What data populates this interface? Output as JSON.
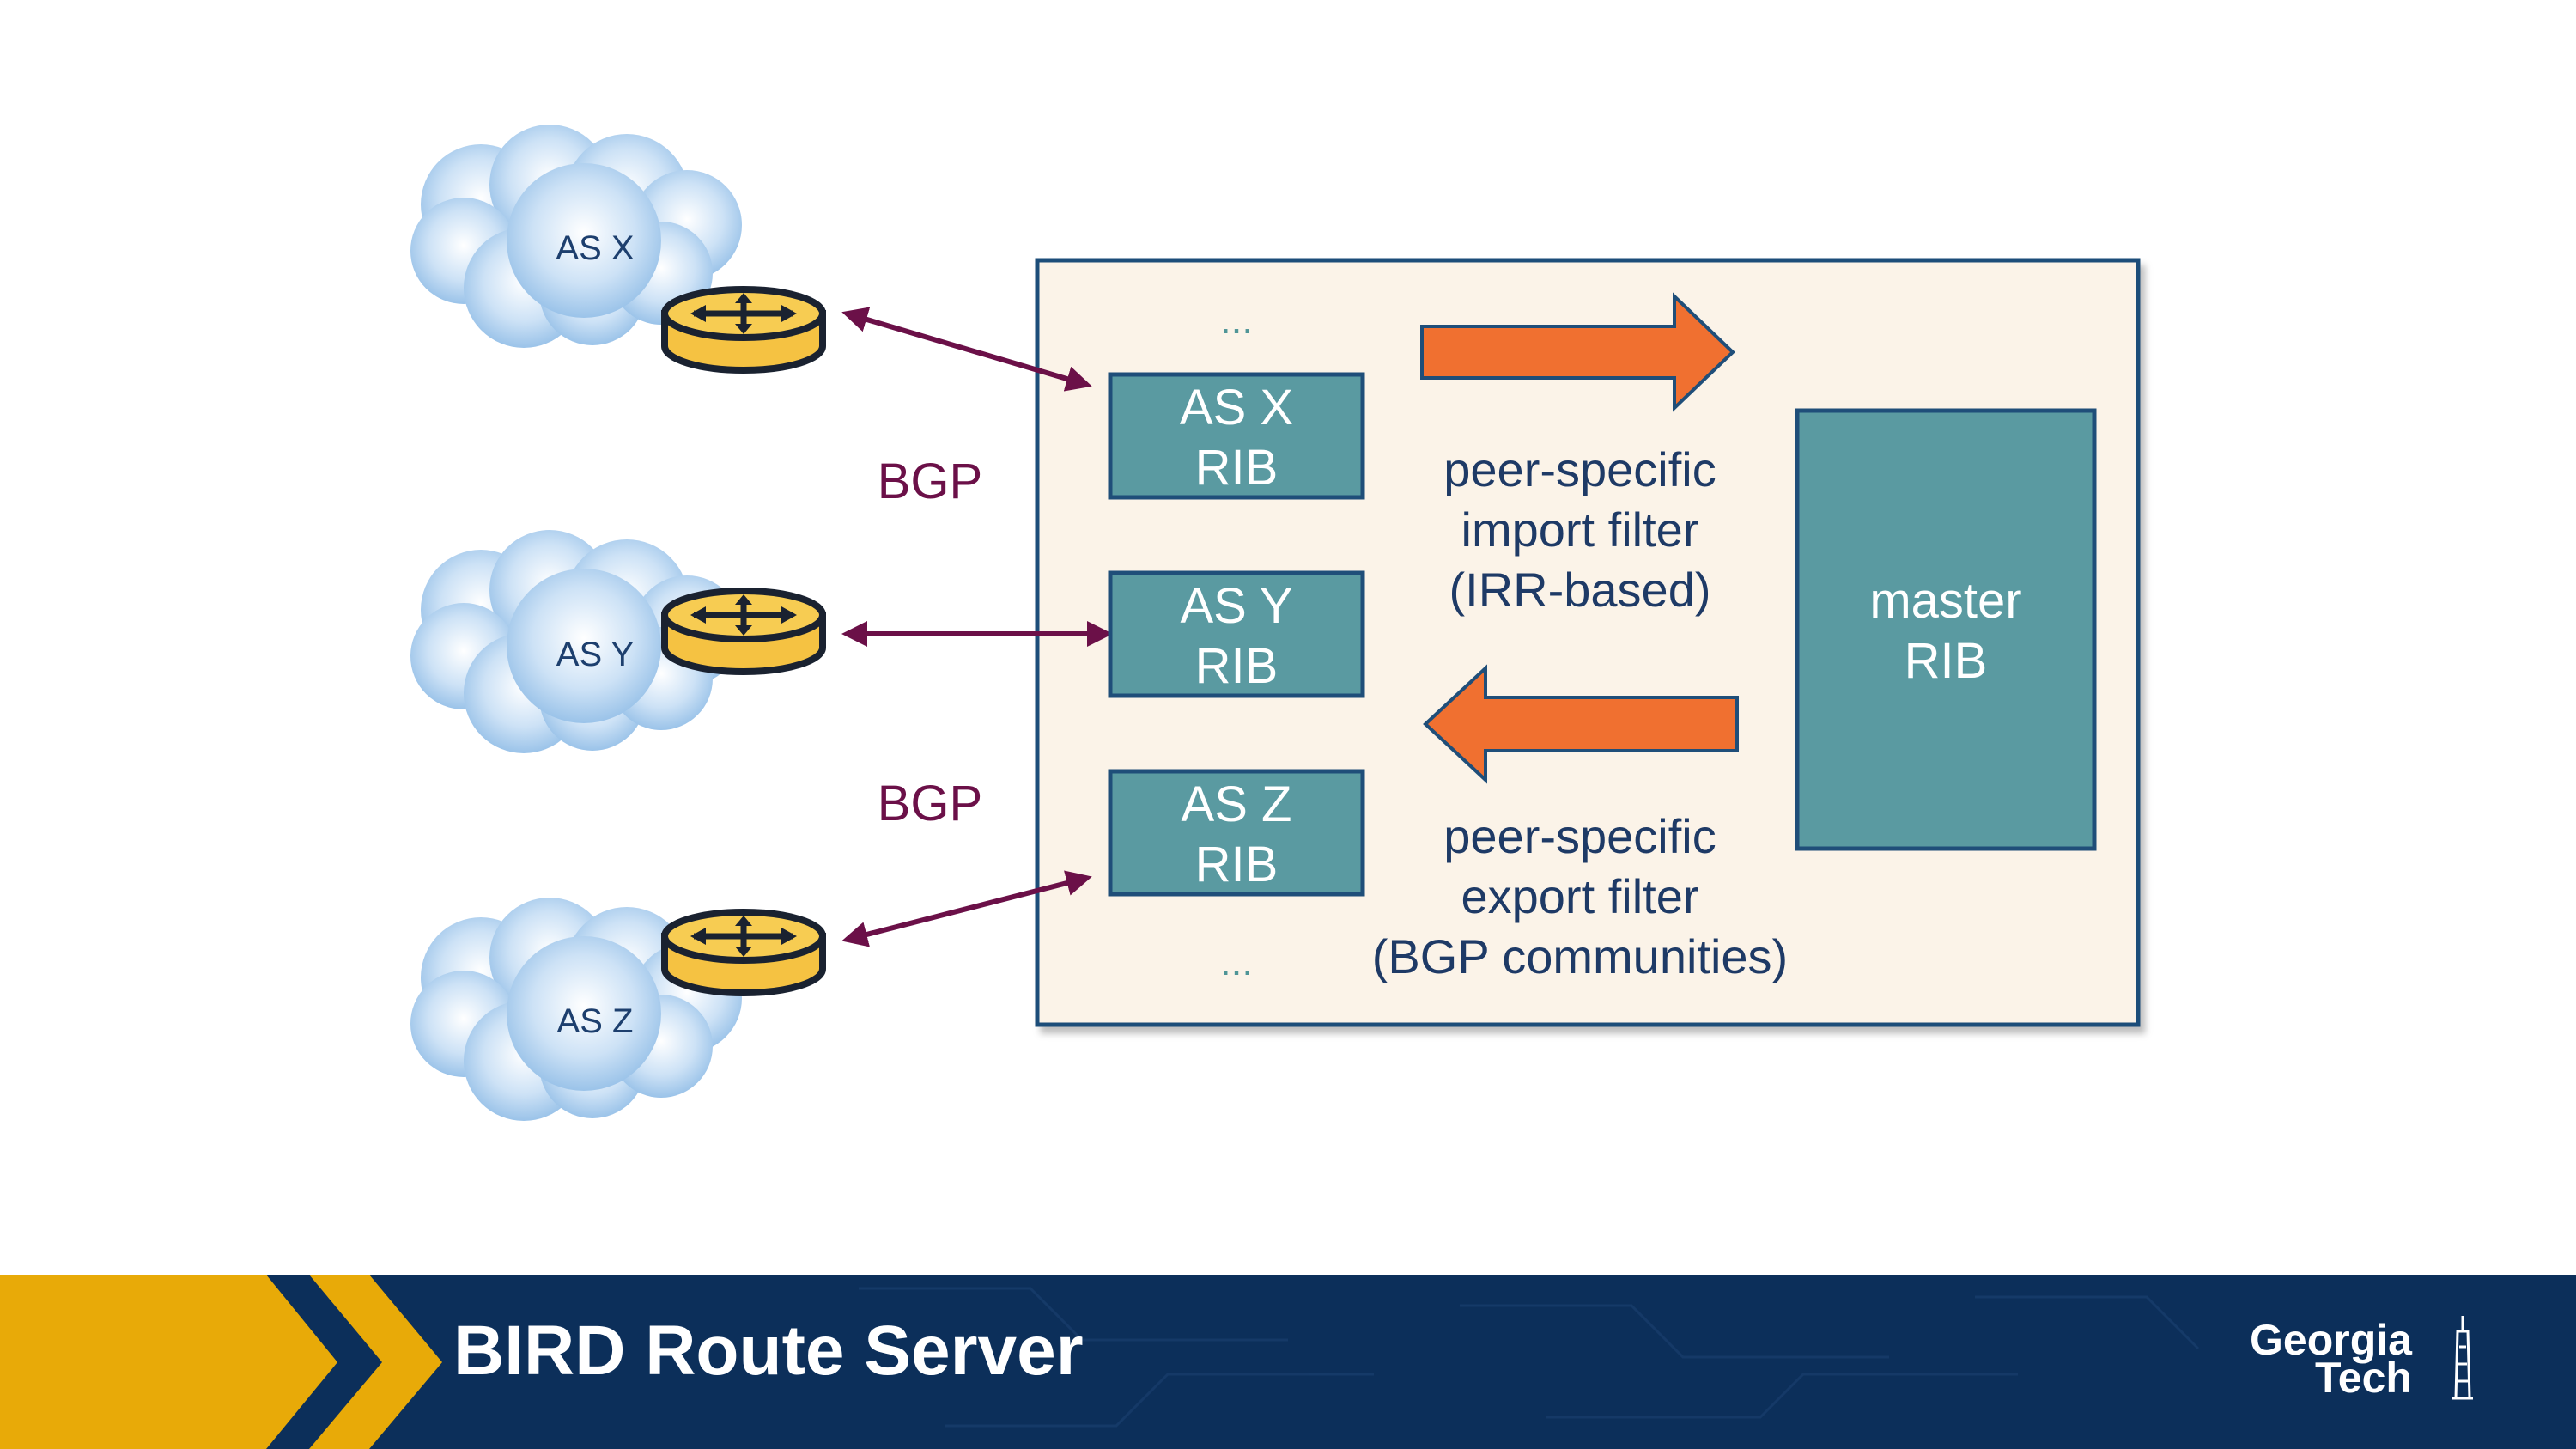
{
  "slide": {
    "title": "BIRD Route Server",
    "logo": {
      "line1": "Georgia",
      "line2": "Tech"
    }
  },
  "peers": [
    {
      "as_label": "AS X",
      "rib_line1": "AS X",
      "rib_line2": "RIB"
    },
    {
      "as_label": "AS Y",
      "rib_line1": "AS Y",
      "rib_line2": "RIB"
    },
    {
      "as_label": "AS Z",
      "rib_line1": "AS Z",
      "rib_line2": "RIB"
    }
  ],
  "bgp_labels": [
    "BGP",
    "BGP"
  ],
  "ellipsis": "...",
  "import_filter": [
    "peer-specific",
    "import filter",
    "(IRR-based)"
  ],
  "export_filter": [
    "peer-specific",
    "export filter",
    "(BGP communities)"
  ],
  "master_rib": {
    "line1": "master",
    "line2": "RIB"
  },
  "colors": {
    "rib_box": "#5a9aa1",
    "rib_border": "#1f4e79",
    "server_bg": "#fbf3e8",
    "arrow_fill": "#f07030",
    "bgp_link": "#6b1048",
    "router": "#f5c242",
    "cloud": "#a9cdee",
    "footer_navy": "#0c2f5a",
    "footer_gold": "#e8aa08"
  }
}
